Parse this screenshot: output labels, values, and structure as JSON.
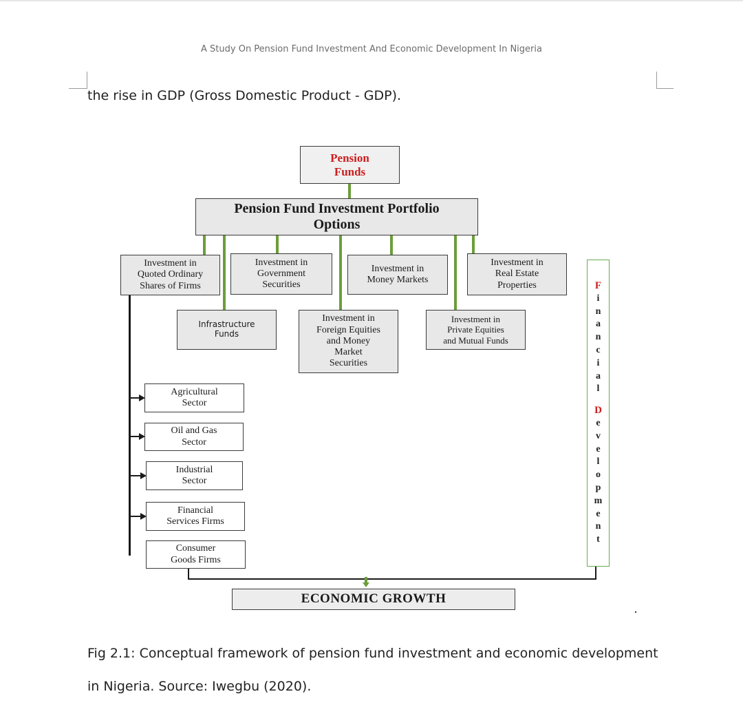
{
  "page": {
    "header": "A Study On Pension Fund Investment And Economic Development In Nigeria",
    "lead_text": "the rise in GDP (Gross Domestic Product - GDP)."
  },
  "diagram": {
    "top": "Pension\nFunds",
    "portfolio": "Pension Fund Investment Portfolio\nOptions",
    "row1": [
      "Investment in\nQuoted Ordinary\nShares of Firms",
      "Investment in\nGovernment\nSecurities",
      "Investment in\nMoney Markets",
      "Investment in\nReal Estate\nProperties"
    ],
    "row2": [
      "Infrastructure\nFunds",
      "Investment in\nForeign Equities\nand Money\nMarket\nSecurities",
      "Investment in\nPrivate Equities\nand Mutual Funds"
    ],
    "sectors": [
      "Agricultural\nSector",
      "Oil and Gas\nSector",
      "Industrial\nSector",
      "Financial\nServices Firms",
      "Consumer\nGoods Firms"
    ],
    "side_label_word1": "Financial",
    "side_label_word2": "Development",
    "outcome": "ECONOMIC GROWTH",
    "colors": {
      "connector_green": "#6b9e3a",
      "title_red": "#cc1e1e",
      "side_border_green": "#6aa84f"
    }
  },
  "caption": {
    "line1": "Fig 2.1: Conceptual framework of pension fund investment and economic development",
    "line2": "in Nigeria. Source: Iwegbu (2020)."
  }
}
